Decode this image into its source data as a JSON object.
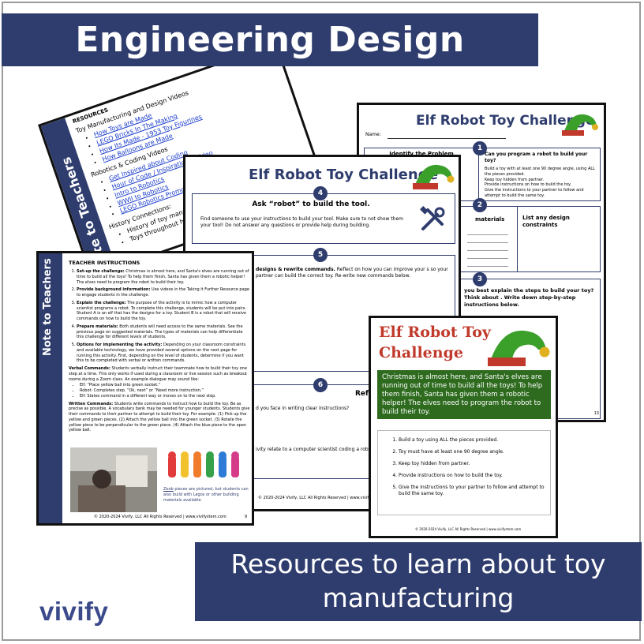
{
  "banner": {
    "title": "Engineering Design",
    "subtitle_line1": "Resources to learn about toy",
    "subtitle_line2": "manufacturing"
  },
  "logo": {
    "text": "vivify"
  },
  "colors": {
    "navy": "#2f3d6e",
    "green": "#2e6b1f",
    "red": "#c0392b"
  },
  "page1": {
    "side": "Note to Teachers",
    "resources": "RESOURCES",
    "section1": "Toy Manufacturing and Design Videos",
    "links1": [
      "How Toys are Made",
      "LEGO Bricks In The Making",
      "How Its Made - 1953 Toy Figurines",
      "How Balloons are Made"
    ],
    "section2": "Robotics & Coding Videos",
    "links2": [
      "Get Inspired about Coding",
      "Hour of Code / Inspirational Video",
      "Intro to Robotics",
      "WWII to Robotics",
      "LEGO Robotics Promo"
    ],
    "section3": "History Connections:",
    "history": [
      "History of toy manufacturing",
      "Toys throughout history"
    ]
  },
  "page2": {
    "title": "Elf Robot Toy Challenge",
    "name_label": "Name:",
    "identify": "Identify the Problem",
    "question": "Can you program a robot to build your toy?",
    "checklist": [
      "Build a toy with at least one 90 degree angle, using ALL the pieces provided.",
      "Keep toy hidden from partner.",
      "Provide instructions on how to build the toy.",
      "Give the instructions to your partner to follow and attempt to build the same toy."
    ],
    "materials": "materials",
    "constraints": "List any design constraints",
    "step3_text": "you best explain the steps to build your toy? Think about . Write down step-by-step instructions below.",
    "page_no": "13"
  },
  "page3": {
    "title": "Elf Robot Toy Challenge",
    "step4_heading": "Ask “robot” to build the tool.",
    "step4_text": "Find someone to use your instructions to build your tool. Make sure to not show them your tool! Do not answer any questions or provide help during building.",
    "step5_text_bold": "designs & rewrite commands.",
    "step5_text": "Reflect on how you can improve your s so your partner can build the correct toy. Re-write new commands below.",
    "step6_heading": "Refle",
    "q1": "d you face in writing clear instructions?",
    "q2": "ivity relate to a computer scientist coding a robo",
    "footer": "© 2020-2024 Vivify, LLC All Rights Reserved | www.vivifyst"
  },
  "page4": {
    "side": "Note to Teachers",
    "heading": "TEACHER INSTRUCTIONS",
    "items": [
      {
        "bold": "Set-up the challenge:",
        "text": "Christmas is almost here, and Santa's elves are running out of time to build all the toys! To help them finish, Santa has given them a robotic helper! The elves need to program the robot to build their toy."
      },
      {
        "bold": "Provide background information:",
        "text": "Use videos in the Taking it Further Resource page to engage students in the challenge."
      },
      {
        "bold": "Explain the challenge:",
        "text": "The purpose of the activity is to mimic how a computer scientist programs a robot. To complete this challenge, students will be put into pairs. Student A is an elf that has the designs for a toy. Student B is a robot that will receive commands on how to build the toy."
      },
      {
        "bold": "Prepare materials:",
        "text": "Both students will need access to the same materials. See the previous page on suggested materials. The types of materials can help differentiate this challenge for different levels of students."
      },
      {
        "bold": "Options for implementing the activity:",
        "text": "Depending on your classroom constraints and available technology, we have provided several options on the next page for running this activity. First, depending on the level of students, determine if you want this to be completed with verbal or written commands."
      }
    ],
    "verbal_bold": "Verbal Commands:",
    "verbal": "Students verbally instruct their teammate how to build their toy one step at a time. This only works if used during a classroom or live session such as breakout rooms during a Zoom class. An example dialogue may sound like:",
    "dialogue": [
      "Elf: “Place yellow ball into green socket.”",
      "Robot: Completes step. “Ok, next” or “Need more instruction.”",
      "Elf: States command in a different way or moves on to the next step."
    ],
    "written_bold": "Written Commands:",
    "written": "Students write commands to instruct how to build the toy. Be as precise as possible. A vocabulary bank may be needed for younger students. Students give their commands to their partner to attempt to build their toy. For example: (1) Pick up the yellow and green pieces. (2) Attach the yellow ball into the green socket. (3) Rotate the yellow piece to be perpendicular to the green piece. (4) Attach the blue piece to the open yellow ball.",
    "caption_link": "Zoob",
    "caption": "pieces are pictured, but students can also build with Legos or other building materials available.",
    "footer": "© 2020-2024 Vivify, LLC All Rights Reserved | www.vivifystem.com",
    "page_no": "9"
  },
  "page5": {
    "title_line1": "Elf Robot Toy",
    "title_line2": "Challenge",
    "story": "Christmas is almost here, and Santa's elves are running out of time to build all the toys! To help them finish, Santa has given them a robotic helper! The elves need to program the robot to build their toy.",
    "list": [
      "Build a toy using ALL the pieces provided.",
      "Toy must have at least one 90 degree angle.",
      "Keep toy hidden from partner.",
      "Provide instructions on how to build the toy.",
      "Give the instructions to your partner to follow and attempt to build the same toy."
    ],
    "footer": "© 2020-2024 Vivify, LLC All Rights Reserved | www.vivifystem.com"
  }
}
